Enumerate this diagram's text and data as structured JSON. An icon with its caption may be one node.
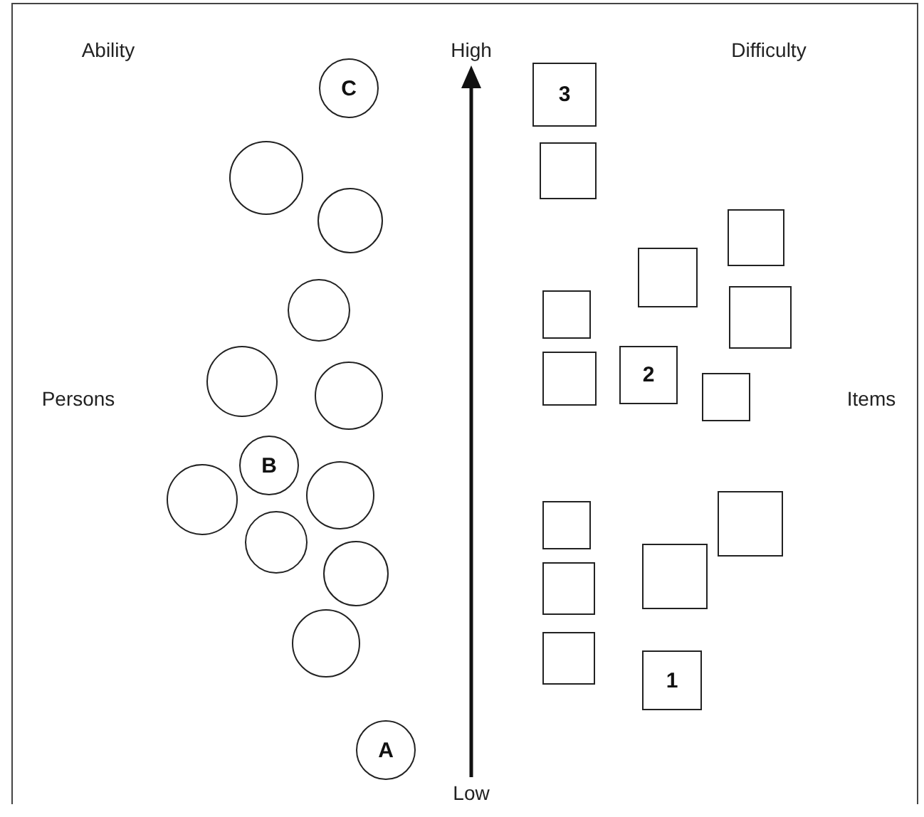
{
  "diagram": {
    "nodes": [
      {
        "text": [
          "C"
        ]
      },
      {
        "text": [],
        "shape": "circle"
      },
      {
        "text": [],
        "shape": "circle"
      },
      {
        "text": [],
        "shape": "circle"
      },
      {
        "text": [],
        "shape": "circle"
      },
      {
        "text": [],
        "shape": "circle"
      },
      {
        "text": [
          "B"
        ]
      },
      {
        "text": [],
        "shape": "circle"
      },
      {
        "text": [],
        "shape": "circle"
      },
      {
        "text": [],
        "shape": "circle"
      },
      {
        "text": [],
        "shape": "circle"
      },
      {
        "text": [],
        "shape": "circle"
      },
      {
        "text": [
          "A"
        ]
      },
      {
        "text": [
          "3"
        ]
      },
      {
        "text": [],
        "shape": "box"
      },
      {
        "text": [],
        "shape": "box"
      },
      {
        "text": [],
        "shape": "box"
      },
      {
        "text": [],
        "shape": "box"
      },
      {
        "text": [],
        "shape": "box"
      },
      {
        "text": [],
        "shape": "box"
      },
      {
        "text": [
          "2"
        ]
      },
      {
        "text": [],
        "shape": "box"
      },
      {
        "text": [],
        "shape": "box"
      },
      {
        "text": [],
        "shape": "box"
      },
      {
        "text": [],
        "shape": "box"
      },
      {
        "text": [],
        "shape": "box"
      },
      {
        "text": [],
        "shape": "box"
      },
      {
        "text": [
          "1"
        ]
      }
    ],
    "edges": [],
    "labels": [
      "Ability",
      "High",
      "Difficulty",
      "Persons",
      "Items",
      "Low"
    ]
  }
}
